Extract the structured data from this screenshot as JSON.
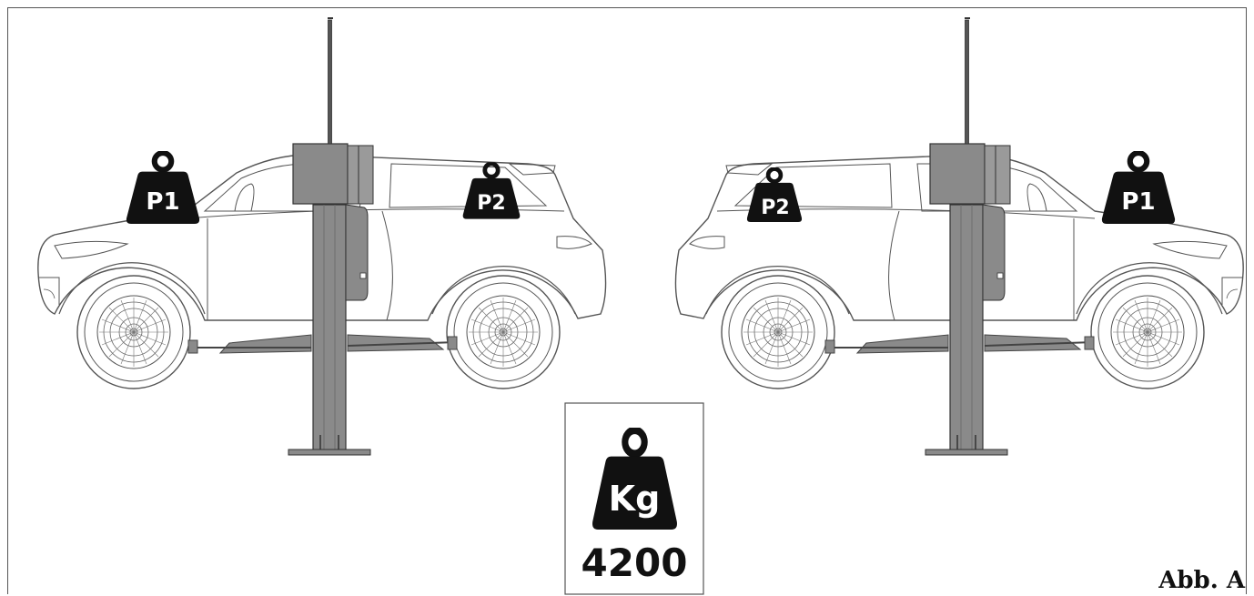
{
  "figure": {
    "label": "Abb. A"
  },
  "left_scene": {
    "front_weight_label": "P1",
    "rear_weight_label": "P2"
  },
  "right_scene": {
    "front_weight_label": "P1",
    "rear_weight_label": "P2"
  },
  "capacity": {
    "unit_label": "Kg",
    "value": "4200"
  },
  "colors": {
    "line": "#555555",
    "column_fill": "#8a8a8a",
    "column_dark": "#6d6d6d",
    "weight_fill": "#111111",
    "frame": "#555555"
  },
  "icons": [
    "weight-icon",
    "car-side-illustration",
    "lift-column"
  ]
}
